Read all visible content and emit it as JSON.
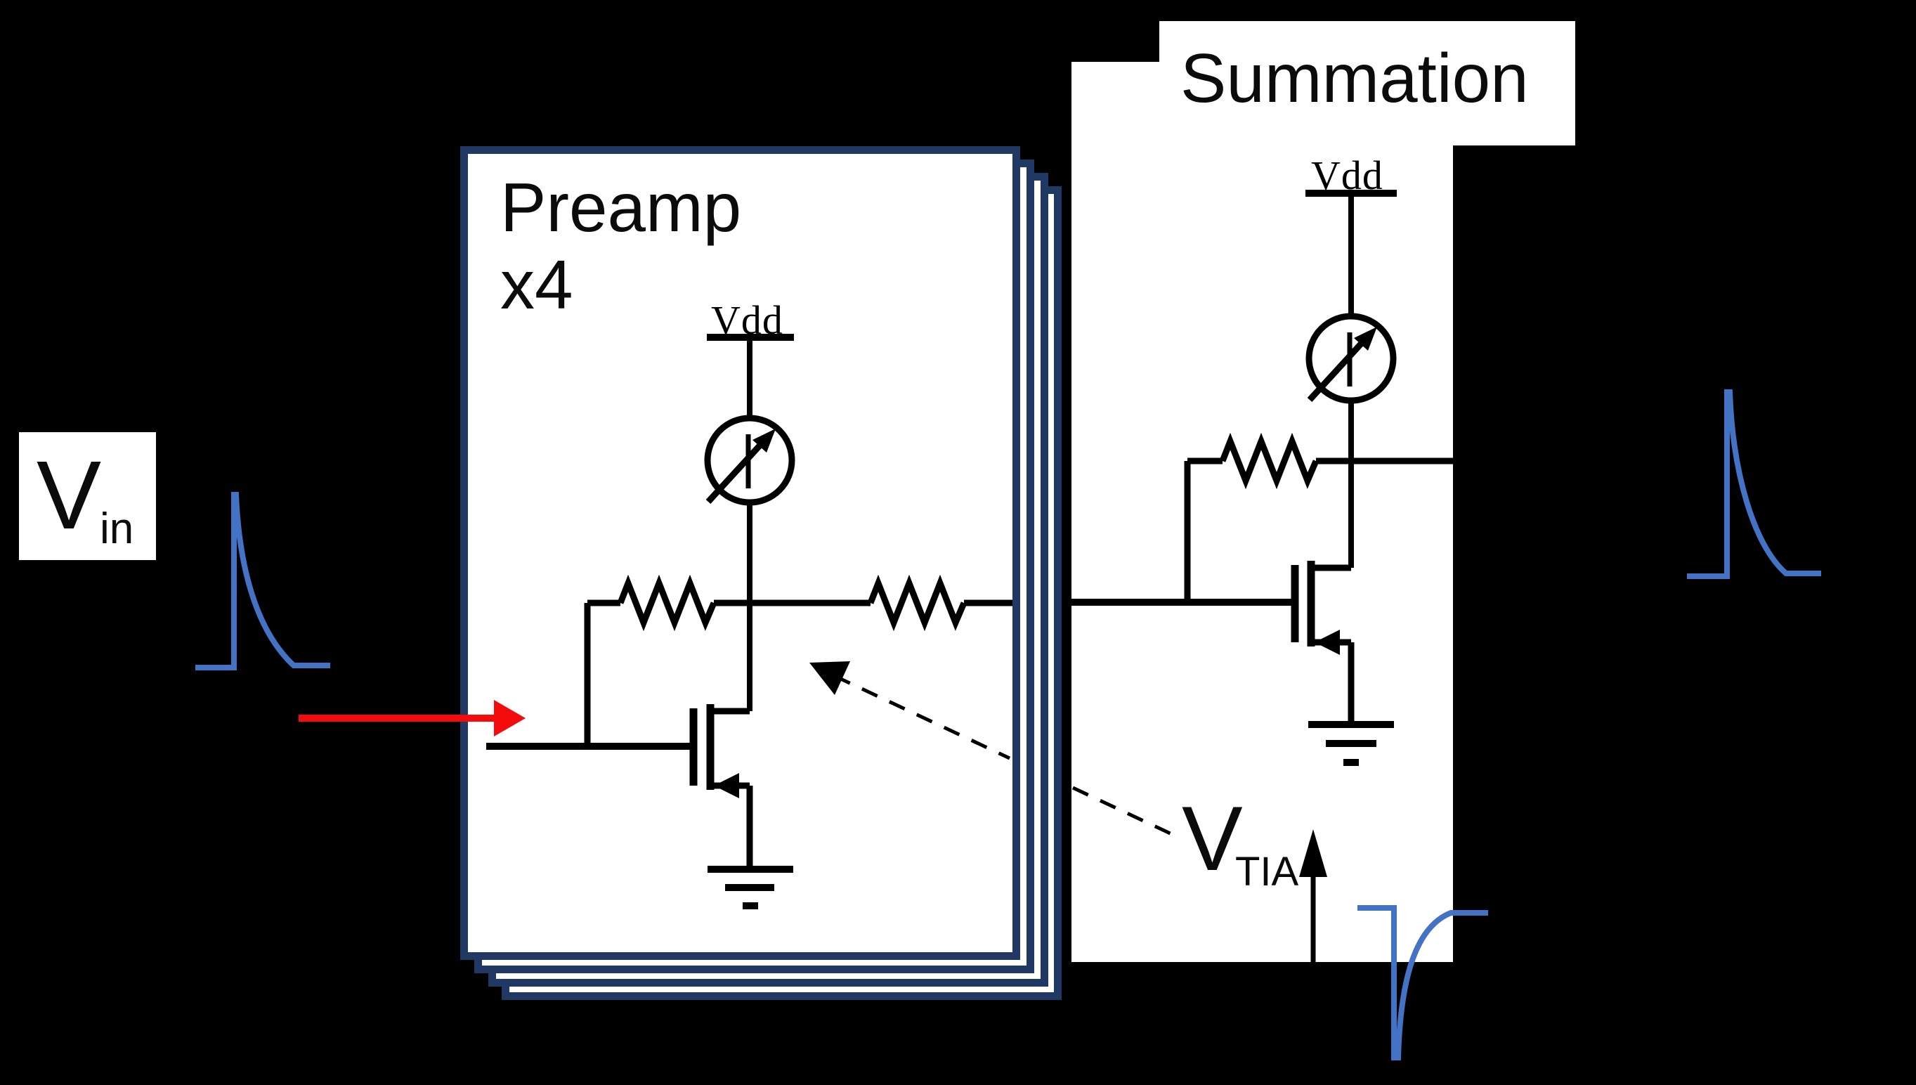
{
  "slide": {
    "background_color": "#000000",
    "panel_color": "#ffffff"
  },
  "colors": {
    "ink": "#000000",
    "page_border_navy": "#1f3864",
    "waveform_blue": "#4472c4",
    "input_arrow_red": "#f40b0b"
  },
  "preamp": {
    "title": "Preamp",
    "multiplier": "x4",
    "vdd_label": "Vdd",
    "stacked_page_count": 4
  },
  "summation": {
    "title": "Summation",
    "vdd_label": "Vdd"
  },
  "labels": {
    "vin": {
      "base": "V",
      "subscript": "in"
    },
    "vtia": {
      "base": "V",
      "subscript": "TIA"
    }
  },
  "waveforms": {
    "vin": {
      "shape": "positive spike with exponential decay",
      "color": "#4472c4"
    },
    "vtia": {
      "shape": "negative spike with exponential recovery",
      "color": "#4472c4"
    },
    "output": {
      "shape": "positive spike with exponential decay",
      "color": "#4472c4"
    }
  }
}
